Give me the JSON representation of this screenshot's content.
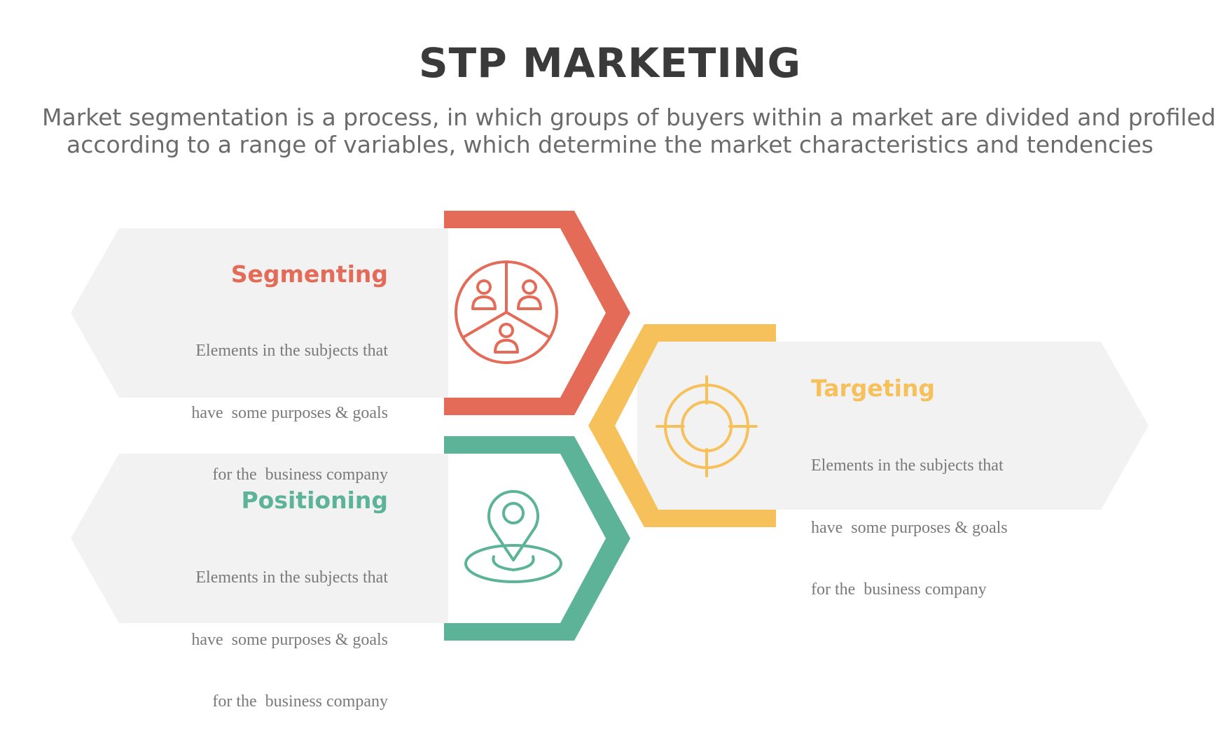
{
  "header": {
    "title": "STP MARKETING",
    "subtitle_line1": "Market segmentation is a process, in which groups of buyers within a market are divided and profiled",
    "subtitle_line2": "according to a range of variables, which determine the market characteristics and tendencies"
  },
  "colors": {
    "segmenting": "#e36b58",
    "targeting": "#f6c05a",
    "positioning": "#5cb398",
    "panel": "#f2f2f2",
    "title": "#3a3a3a",
    "body_text": "#7a7a7a"
  },
  "items": [
    {
      "title": "Segmenting",
      "icon": "people-pie-icon",
      "desc_line1": "Elements in the subjects that",
      "desc_line2": "have  some purposes & goals",
      "desc_line3": "for the  business company"
    },
    {
      "title": "Targeting",
      "icon": "crosshair-target-icon",
      "desc_line1": "Elements in the subjects that",
      "desc_line2": "have  some purposes & goals",
      "desc_line3": "for the  business company"
    },
    {
      "title": "Positioning",
      "icon": "location-pin-icon",
      "desc_line1": "Elements in the subjects that",
      "desc_line2": "have  some purposes & goals",
      "desc_line3": "for the  business company"
    }
  ]
}
